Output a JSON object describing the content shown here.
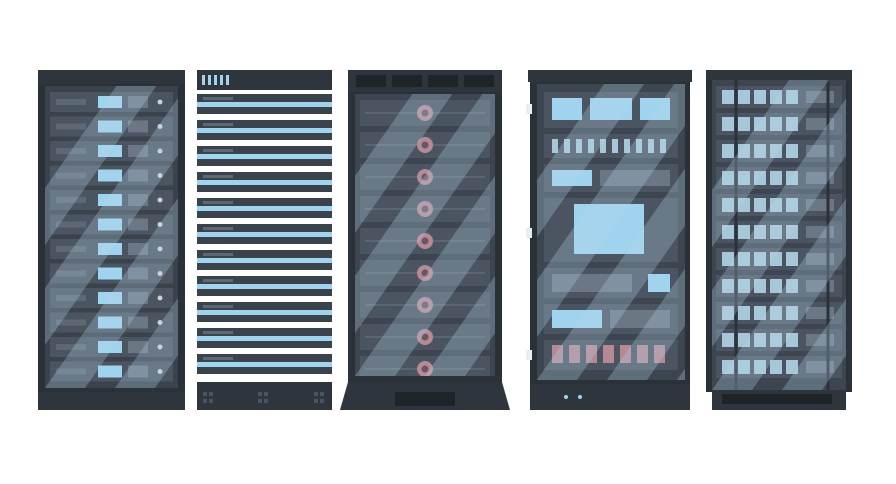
{
  "scene": {
    "background": "#ffffff",
    "rack_count": 5,
    "racks": [
      {
        "name": "rack-1-glass-door",
        "style": "glass-door-blue-panels",
        "units": 12
      },
      {
        "name": "rack-2-open-blades",
        "style": "open-horizontal-blades",
        "units": 11
      },
      {
        "name": "rack-3-circular-drives",
        "style": "glass-door-circular-disks",
        "units": 9
      },
      {
        "name": "rack-4-mixed-equipment",
        "style": "glass-door-mixed-modules",
        "units": 7
      },
      {
        "name": "rack-5-drive-bays",
        "style": "glass-door-drive-arrays",
        "units": 11
      }
    ],
    "palette": {
      "frame": "#2f353d",
      "frame_dark": "#22272d",
      "panel": "#3d4550",
      "glass": "#8fb3cc",
      "light_blue": "#9fd3ee",
      "accent": "#c7e7f7",
      "pink_disk": "#b58a95"
    }
  }
}
